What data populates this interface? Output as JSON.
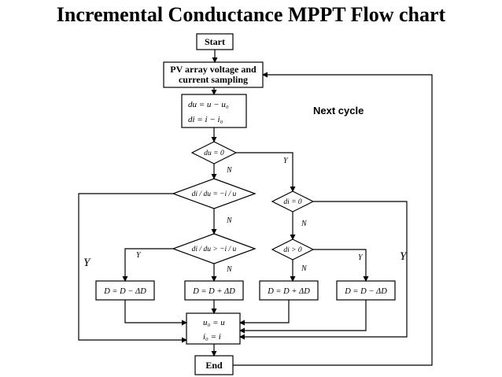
{
  "title": "Incremental Conductance MPPT Flow chart",
  "nodes": {
    "start": "Start",
    "sampling_line1": "PV array voltage and",
    "sampling_line2": "current sampling",
    "calc_line1": "du = u − u₀",
    "calc_line2": "di = i − i₀",
    "dec_du0": "du = 0",
    "dec_didu_eq": "di / du = −i / u",
    "dec_didu_gt": "di / du > −i / u",
    "dec_di0": "di = 0",
    "dec_di_gt0": "di > 0",
    "box_dec_left": "D = D − ΔD",
    "box_inc_left": "D = D + ΔD",
    "box_inc_right": "D = D + ΔD",
    "box_dec_right": "D = D − ΔD",
    "update_line1": "u₀ = u",
    "update_line2": "i₀ = i",
    "end": "End"
  },
  "labels": {
    "next_cycle": "Next cycle",
    "n_du0": "N",
    "y_du0": "Y",
    "n_didu_eq": "N",
    "y_didu_eq_big": "Y",
    "n_didu_gt": "N",
    "y_didu_gt": "Y",
    "n_di0": "N",
    "n_di_gt0": "N",
    "y_di_gt0": "Y",
    "y_di0_big": "Y"
  }
}
